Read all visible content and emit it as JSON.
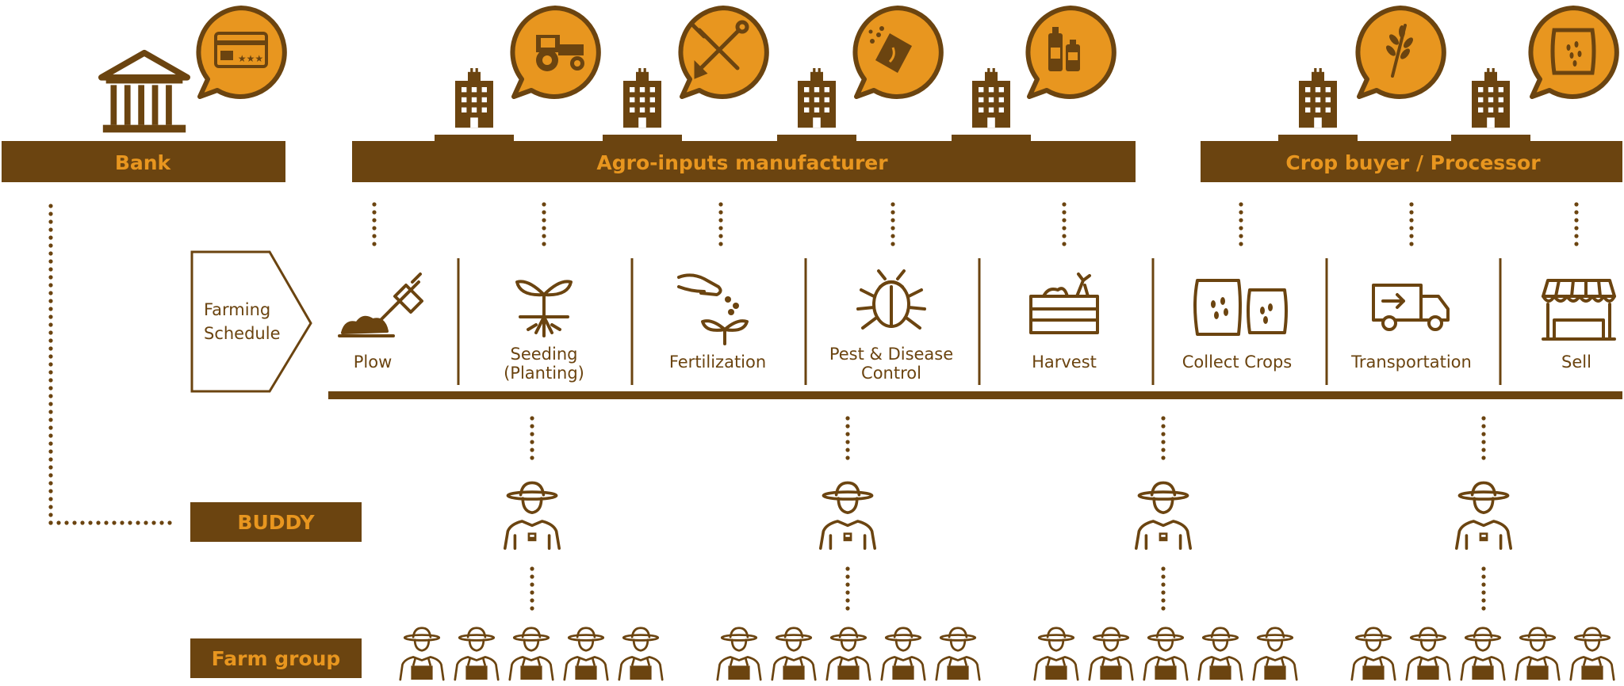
{
  "colors": {
    "brown": "#6b4410",
    "orange": "#e8961f",
    "white": "#ffffff"
  },
  "banks": {
    "bank": "Bank",
    "agro": "Agro-inputs manufacturer",
    "buyer": "Crop buyer / Processor"
  },
  "schedule": {
    "line1": "Farming",
    "line2": "Schedule"
  },
  "steps": [
    {
      "l1": "Plow",
      "l2": "",
      "icon": "plow-icon"
    },
    {
      "l1": "Seeding",
      "l2": "(Planting)",
      "icon": "seedling-icon"
    },
    {
      "l1": "Fertilization",
      "l2": "",
      "icon": "fertilizer-hand-icon"
    },
    {
      "l1": "Pest & Disease",
      "l2": "Control",
      "icon": "beetle-icon"
    },
    {
      "l1": "Harvest",
      "l2": "",
      "icon": "harvest-crate-icon"
    },
    {
      "l1": "Collect Crops",
      "l2": "",
      "icon": "crop-sacks-icon"
    },
    {
      "l1": "Transportation",
      "l2": "",
      "icon": "delivery-truck-icon"
    },
    {
      "l1": "Sell",
      "l2": "",
      "icon": "market-stall-icon"
    }
  ],
  "bubble_icons": [
    "credit-card-icon",
    "tractor-icon",
    "shovel-rake-icon",
    "seed-bag-spray-icon",
    "bottles-icon",
    "wheat-icon",
    "grain-sack-icon"
  ],
  "roles": {
    "buddy": "BUDDY",
    "farm_group": "Farm group"
  }
}
